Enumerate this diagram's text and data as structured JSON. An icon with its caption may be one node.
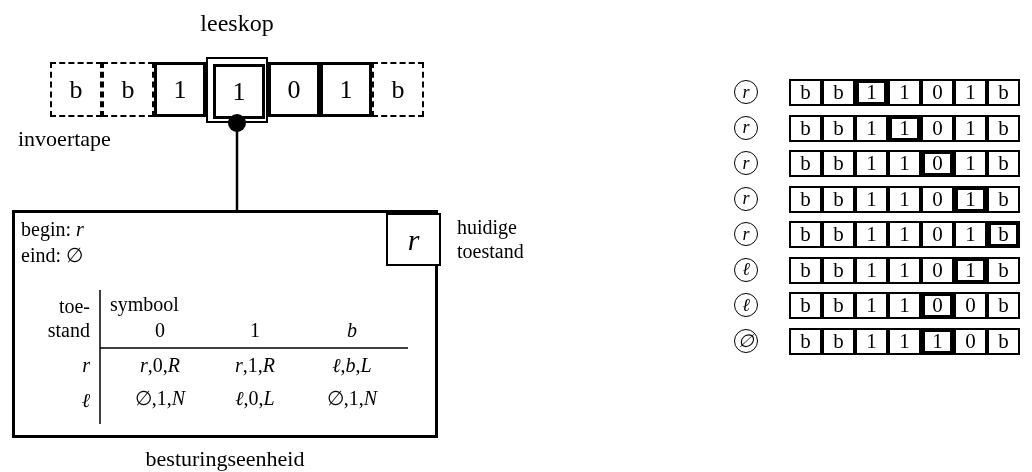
{
  "diagram": {
    "nodes": [
      {
        "text": [
          "leeskop"
        ]
      },
      {
        "text": [
          "b"
        ]
      },
      {
        "text": [
          "b"
        ]
      },
      {
        "text": [
          "1"
        ]
      },
      {
        "text": [
          "1"
        ],
        "in": 0
      },
      {
        "text": [
          "0"
        ]
      },
      {
        "text": [
          "1"
        ]
      },
      {
        "text": [
          "b"
        ]
      },
      {
        "text": [
          "begin: *r*",
          "eind: ∅"
        ],
        "beside": [
          "besturingseenheid"
        ]
      },
      {
        "text": [
          "r"
        ],
        "in": 8,
        "beside": [
          "huidige toestand"
        ]
      },
      {
        "text": [
          "r"
        ]
      },
      {
        "text": [
          "b"
        ]
      },
      {
        "text": [
          "b"
        ]
      },
      {
        "text": [
          "1"
        ]
      },
      {
        "text": [
          "1"
        ]
      },
      {
        "text": [
          "0"
        ]
      },
      {
        "text": [
          "1"
        ]
      },
      {
        "text": [
          "b"
        ]
      },
      {
        "text": [
          "r"
        ]
      },
      {
        "text": [
          "b"
        ]
      },
      {
        "text": [
          "b"
        ]
      },
      {
        "text": [
          "1"
        ]
      },
      {
        "text": [
          "1"
        ]
      },
      {
        "text": [
          "0"
        ]
      },
      {
        "text": [
          "1"
        ]
      },
      {
        "text": [
          "b"
        ]
      },
      {
        "text": [
          "r"
        ]
      },
      {
        "text": [
          "b"
        ]
      },
      {
        "text": [
          "b"
        ]
      },
      {
        "text": [
          "1"
        ]
      },
      {
        "text": [
          "1"
        ]
      },
      {
        "text": [
          "0"
        ]
      },
      {
        "text": [
          "1"
        ]
      },
      {
        "text": [
          "b"
        ]
      },
      {
        "text": [
          "r"
        ]
      },
      {
        "text": [
          "b"
        ]
      },
      {
        "text": [
          "b"
        ]
      },
      {
        "text": [
          "1"
        ]
      },
      {
        "text": [
          "1"
        ]
      },
      {
        "text": [
          "0"
        ]
      },
      {
        "text": [
          "1"
        ]
      },
      {
        "text": [
          "b"
        ]
      },
      {
        "text": [
          "r"
        ]
      },
      {
        "text": [
          "b"
        ]
      },
      {
        "text": [
          "b"
        ]
      },
      {
        "text": [
          "1"
        ]
      },
      {
        "text": [
          "1"
        ]
      },
      {
        "text": [
          "0"
        ]
      },
      {
        "text": [
          "1"
        ]
      },
      {
        "text": [
          "b"
        ]
      },
      {
        "text": [
          "ℓ"
        ]
      },
      {
        "text": [
          "b"
        ]
      },
      {
        "text": [
          "b"
        ]
      },
      {
        "text": [
          "1"
        ]
      },
      {
        "text": [
          "1"
        ]
      },
      {
        "text": [
          "0"
        ]
      },
      {
        "text": [
          "1"
        ]
      },
      {
        "text": [
          "b"
        ]
      },
      {
        "text": [
          "ℓ"
        ]
      },
      {
        "text": [
          "b"
        ]
      },
      {
        "text": [
          "b"
        ]
      },
      {
        "text": [
          "1"
        ]
      },
      {
        "text": [
          "1"
        ]
      },
      {
        "text": [
          "0"
        ]
      },
      {
        "text": [
          "0"
        ]
      },
      {
        "text": [
          "b"
        ]
      },
      {
        "text": [
          "∅"
        ]
      },
      {
        "text": [
          "b"
        ]
      },
      {
        "text": [
          "b"
        ]
      },
      {
        "text": [
          "1"
        ]
      },
      {
        "text": [
          "1"
        ]
      },
      {
        "text": [
          "1"
        ]
      },
      {
        "text": [
          "0"
        ]
      },
      {
        "text": [
          "b"
        ]
      }
    ],
    "edges": [
      {
        "from": 0,
        "to": 8,
        "arrow": "other"
      }
    ],
    "labels": [
      "invoertape",
      "toe- stand",
      "symbool",
      "0",
      "1",
      "b",
      "r",
      "*r*,0,*R*",
      "*r*,1,*R*",
      "*ℓ*,*b*,*L*",
      "ℓ",
      "∅,1,*N*",
      "*ℓ*,0,*L*",
      "∅,1,*N*"
    ]
  }
}
